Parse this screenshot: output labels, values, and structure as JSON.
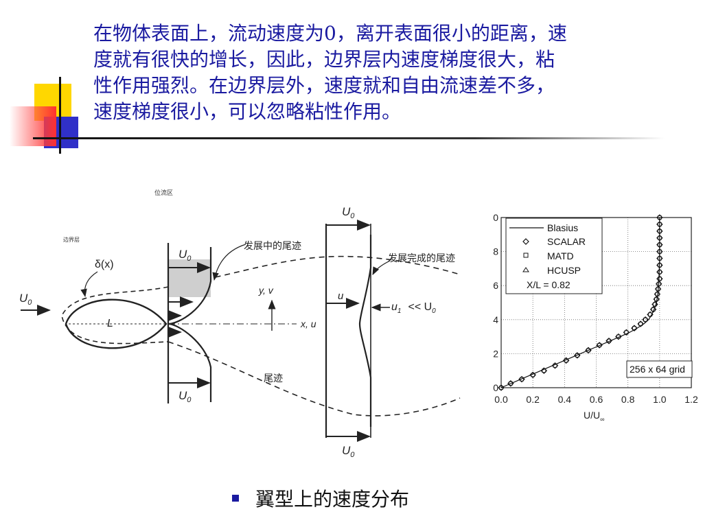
{
  "paragraph": {
    "lines": [
      "在物体表面上，流动速度为0，离开表面很小的距离，速",
      "度就有很快的增长，因此，边界层内速度梯度很大，粘",
      "性作用强烈。在边界层外，速度就和自由流速差不多，",
      "速度梯度很小，可以忽略粘性作用。"
    ]
  },
  "figure_left": {
    "label_potential": "位流区",
    "label_boundary": "边界层",
    "label_delta": "δ(x)",
    "label_u0_left": "U",
    "label_u0_sub": "0",
    "label_L": "L",
    "label_developing_wake": "发展中的尾迹",
    "label_developed_wake": "发展完成的尾迹",
    "label_yv": "y, v",
    "label_xu": "x, u",
    "label_u": "u",
    "label_u1": "u",
    "label_u1_sub": "1",
    "label_ll": "<< U",
    "label_wake": "尾迹"
  },
  "chart_data": {
    "type": "scatter",
    "xlim": [
      0.0,
      1.2
    ],
    "ylim": [
      0,
      10
    ],
    "x_ticks": [
      "0.0",
      "0.2",
      "0.4",
      "0.6",
      "0.8",
      "1.0",
      "1.2"
    ],
    "y_ticks": [
      "0",
      "2",
      "4",
      "6",
      "8",
      "0"
    ],
    "xlabel": "U/U",
    "xlabel_sub": "∞",
    "legend": [
      "Blasius",
      "SCALAR",
      "MATD",
      "HCUSP"
    ],
    "annotation": "X/L = 0.82",
    "grid_label": "256 x 64 grid",
    "grid": true,
    "legend_position": "top-left",
    "series": [
      {
        "name": "Blasius",
        "style": "line",
        "x": [
          0.0,
          0.05,
          0.1,
          0.15,
          0.2,
          0.3,
          0.4,
          0.5,
          0.6,
          0.7,
          0.8,
          0.85,
          0.9,
          0.93,
          0.95,
          0.97,
          0.98,
          0.99,
          0.995,
          1.0,
          1.0,
          1.0
        ],
        "y": [
          0.0,
          0.2,
          0.4,
          0.6,
          0.8,
          1.2,
          1.6,
          2.0,
          2.4,
          2.8,
          3.2,
          3.45,
          3.75,
          4.0,
          4.3,
          4.7,
          5.0,
          5.6,
          6.3,
          7.5,
          8.5,
          10.0
        ]
      },
      {
        "name": "SCALAR",
        "style": "markers",
        "x": [
          0.0,
          0.06,
          0.13,
          0.2,
          0.27,
          0.34,
          0.41,
          0.48,
          0.55,
          0.62,
          0.68,
          0.74,
          0.79,
          0.84,
          0.88,
          0.91,
          0.94,
          0.96,
          0.97,
          0.98,
          0.985,
          0.99,
          0.995,
          1.0,
          1.0,
          1.0,
          1.0,
          1.0,
          1.0,
          1.0,
          1.0,
          1.0,
          1.0
        ],
        "y": [
          0.0,
          0.25,
          0.5,
          0.75,
          1.0,
          1.3,
          1.6,
          1.9,
          2.2,
          2.5,
          2.75,
          3.0,
          3.25,
          3.5,
          3.75,
          4.0,
          4.3,
          4.6,
          4.9,
          5.2,
          5.5,
          5.8,
          6.1,
          6.4,
          6.8,
          7.2,
          7.6,
          8.0,
          8.4,
          8.8,
          9.2,
          9.6,
          10.0
        ]
      }
    ]
  }
}
